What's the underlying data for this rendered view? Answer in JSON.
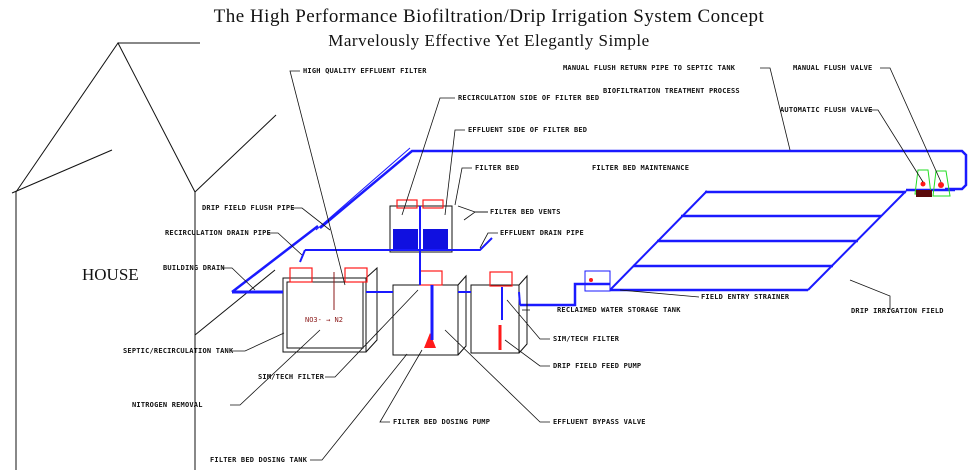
{
  "title": "The High Performance Biofiltration/Drip Irrigation System Concept",
  "subtitle": "Marvelously Effective Yet Elegantly Simple",
  "house_label": "HOUSE",
  "labels": {
    "high_quality_effluent_filter": "HIGH QUALITY EFFLUENT FILTER",
    "recirculation_side": "RECIRCULATION SIDE OF FILTER BED",
    "effluent_side": "EFFLUENT SIDE OF FILTER BED",
    "filter_bed": "FILTER BED",
    "filter_bed_maintenance": "FILTER BED MAINTENANCE",
    "biofiltration_process": "BIOFILTRATION TREATMENT PROCESS",
    "manual_flush_return": "MANUAL FLUSH RETURN PIPE TO SEPTIC TANK",
    "manual_flush_valve": "MANUAL FLUSH VALVE",
    "automatic_flush_valve": "AUTOMATIC FLUSH VALVE",
    "drip_field_flush_pipe": "DRIP FIELD FLUSH PIPE",
    "recirculation_drain_pipe": "RECIRCULATION DRAIN PIPE",
    "building_drain": "BUILDING DRAIN",
    "filter_bed_vents": "FILTER BED VENTS",
    "effluent_drain_pipe": "EFFLUENT DRAIN PIPE",
    "field_entry_strainer": "FIELD ENTRY STRAINER",
    "drip_irrigation_field": "DRIP IRRIGATION FIELD",
    "reclaimed_water_storage_tank": "RECLAIMED WATER STORAGE TANK",
    "sim_tech_filter_right": "SIM/TECH FILTER",
    "drip_field_feed_pump": "DRIP FIELD FEED PUMP",
    "effluent_bypass_valve": "EFFLUENT BYPASS VALVE",
    "filter_bed_dosing_pump": "FILTER BED DOSING PUMP",
    "filter_bed_dosing_tank": "FILTER BED DOSING TANK",
    "nitrogen_removal": "NITROGEN REMOVAL",
    "sim_tech_filter_left": "SIM/TECH FILTER",
    "septic_recirculation_tank": "SEPTIC/RECIRCULATION TANK",
    "nitrate_formula": "NO3- → N2"
  },
  "colors": {
    "pipe": "#1a1aff",
    "fitting": "#ff1a1a",
    "valve_housing": "#22dd22",
    "flush_block": "#5a0a0a",
    "nitrogen": "#8b1a1a",
    "filter_water": "#1010e0"
  }
}
